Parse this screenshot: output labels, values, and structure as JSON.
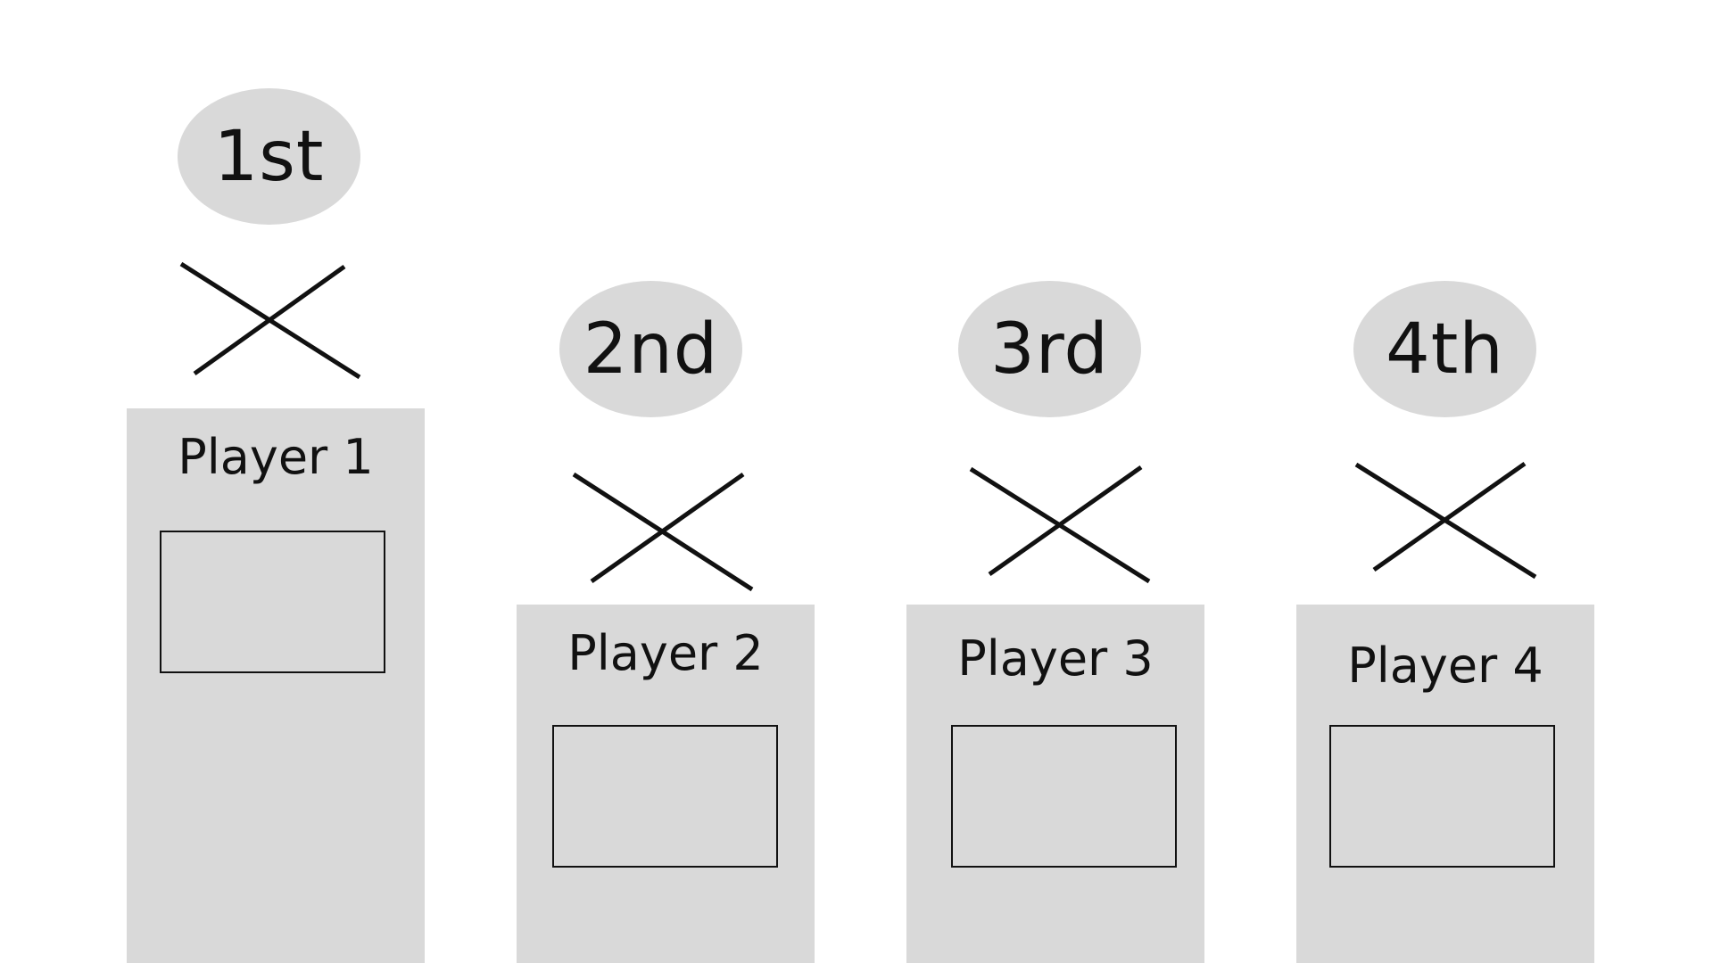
{
  "colors": {
    "background": "#ffffff",
    "placeholder_fill": "#d9d9d9",
    "stroke": "#111111"
  },
  "standings": [
    {
      "rank_label": "1st",
      "player_name": "Player 1",
      "marker_icon": "x-mark-icon"
    },
    {
      "rank_label": "2nd",
      "player_name": "Player 2",
      "marker_icon": "x-mark-icon"
    },
    {
      "rank_label": "3rd",
      "player_name": "Player 3",
      "marker_icon": "x-mark-icon"
    },
    {
      "rank_label": "4th",
      "player_name": "Player 4",
      "marker_icon": "x-mark-icon"
    }
  ]
}
